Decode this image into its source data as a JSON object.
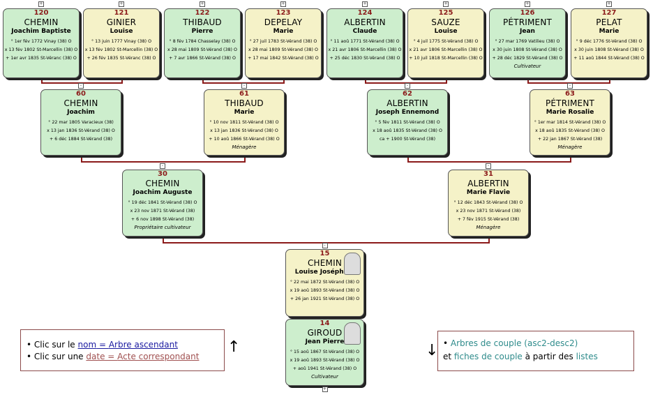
{
  "gen5": [
    {
      "num": "120",
      "surname": "CHEMIN",
      "given": "Joachim Baptiste",
      "sex": "m",
      "events": [
        "° 1er fév 1772 Vinay (38) O",
        "x 13 fév 1802 St-Marcellin (38) O",
        "+ 1er avr 1835 St-Véranc (38) O"
      ],
      "occupation": ""
    },
    {
      "num": "121",
      "surname": "GINIER",
      "given": "Louise",
      "sex": "f",
      "events": [
        "° 13 juin 1777 Vinay (38) O",
        "x 13 fév 1802 St-Marcellin (38) O",
        "+ 26 fév 1835 St-Véranc (38) O"
      ],
      "occupation": ""
    },
    {
      "num": "122",
      "surname": "THIBAUD",
      "given": "Pierre",
      "sex": "m",
      "events": [
        "° 8 fév 1784 Chasselay (38) O",
        "x 28 mai 1809 St-Vérand (38) O",
        "+ 7 avr 1866 St-Vérand (38) O"
      ],
      "occupation": ""
    },
    {
      "num": "123",
      "surname": "DEPELAY",
      "given": "Marie",
      "sex": "f",
      "events": [
        "° 27 juil 1783 St-Vérand (38) O",
        "x 28 mai 1809 St-Vérand (38) O",
        "+ 17 mai 1842 St-Vérand (38) O"
      ],
      "occupation": ""
    },
    {
      "num": "124",
      "surname": "ALBERTIN",
      "given": "Claude",
      "sex": "m",
      "events": [
        "° 11 aoû 1771 St-Vérand (38) O",
        "x 21 avr 1806 St-Marcellin (38) O",
        "+ 25 déc 1830 St-Vérand (38) O"
      ],
      "occupation": ""
    },
    {
      "num": "125",
      "surname": "SAUZE",
      "given": "Louise",
      "sex": "f",
      "events": [
        "° 4 juil 1775 St-Vérand (38) O",
        "x 21 avr 1806 St-Marcellin (38) O",
        "+ 10 juil 1818 St-Marcellin (38) O"
      ],
      "occupation": ""
    },
    {
      "num": "126",
      "surname": "PÉTRIMENT",
      "given": "Jean",
      "sex": "m",
      "events": [
        "° 27 mar 1769 Vatilieu (38) O",
        "x 30 juin 1808 St-Vérand (38) O",
        "+ 28 déc 1829 St-Vérand (38) O"
      ],
      "occupation": "Cultivateur"
    },
    {
      "num": "127",
      "surname": "PELAT",
      "given": "Marie",
      "sex": "f",
      "events": [
        "° 9 déc 1776 St-Vérand (38) O",
        "x 30 juin 1808 St-Vérand (38) O",
        "+ 11 aoû 1844 St-Vérand (38) O"
      ],
      "occupation": ""
    }
  ],
  "gen4": [
    {
      "num": "60",
      "surname": "CHEMIN",
      "given": "Joachim",
      "sex": "m",
      "events": [
        "° 22 mar 1805 Varacieux (38)",
        "x 13 jan 1836 St-Vérand (38) O",
        "+ 6 déc 1884 St-Vérand (38)"
      ],
      "occupation": ""
    },
    {
      "num": "61",
      "surname": "THIBAUD",
      "given": "Marie",
      "sex": "f",
      "events": [
        "° 10 nov 1811 St-Vérand (38) O",
        "x 13 jan 1836 St-Vérand (38) O",
        "+ 10 aoû 1866 St-Vérand (38) O"
      ],
      "occupation": "Ménagère"
    },
    {
      "num": "62",
      "surname": "ALBERTIN",
      "given": "Joseph Ennemond",
      "sex": "m",
      "events": [
        "° 5 fév 1811 St-Vérand (38) O",
        "x 18 aoû 1835 St-Vérand (38) O",
        "ca + 1900 St-Vérand (38)"
      ],
      "occupation": ""
    },
    {
      "num": "63",
      "surname": "PÉTRIMENT",
      "given": "Marie Rosalie",
      "sex": "f",
      "events": [
        "° 1er mar 1814 St-Vérand (38) O",
        "x 18 aoû 1835 St-Vérand (38) O",
        "+ 22 jan 1867 St-Vérand (38)"
      ],
      "occupation": "Ménagère"
    }
  ],
  "gen3": [
    {
      "num": "30",
      "surname": "CHEMIN",
      "given": "Joachim Auguste",
      "sex": "m",
      "events": [
        "° 19 déc 1841 St-Vérand (38) O",
        "x 23 nov 1871 St-Vérand (38)",
        "+ 6 nov 1898 St-Vérand (38)"
      ],
      "occupation": "Propriétaire cultivateur"
    },
    {
      "num": "31",
      "surname": "ALBERTIN",
      "given": "Marie Flavie",
      "sex": "f",
      "events": [
        "° 12 déc 1843 St-Vérand (38) O",
        "x 23 nov 1871 St-Vérand (38)",
        "+ 7 fév 1915 St-Vérand (38)"
      ],
      "occupation": "Ménagère"
    }
  ],
  "gen2": [
    {
      "num": "15",
      "surname": "CHEMIN",
      "given": "Louise Joséphine",
      "sex": "f",
      "events": [
        "° 22 mai 1872 St-Vérand (38) O",
        "x 19 aoû 1893 St-Vérand (38) O",
        "+ 26 jan 1921 St-Vérand (38) O"
      ],
      "occupation": ""
    },
    {
      "num": "14",
      "surname": "GIROUD",
      "given": "Jean Pierre",
      "sex": "m",
      "events": [
        "° 15 aoû 1867 St-Vérand (38) O",
        "x 19 aoû 1893 St-Vérand (38) O",
        "+ aoû 1941 St-Vérand (38) O"
      ],
      "occupation": "Cultivateur"
    }
  ],
  "legend_left": {
    "line1_pre": "Clic sur le ",
    "line1_link": "nom",
    "line1_eq": " = ",
    "line1_target": "Arbre ascendant",
    "line2_pre": "Clic sur une ",
    "line2_link": "date",
    "line2_eq": " = ",
    "line2_target": "Acte correspondant",
    "arrow": "↑"
  },
  "legend_right": {
    "line1_link": "Arbres de couple (asc2-desc2)",
    "line2_pre": "et ",
    "line2_link": "fiches de couple",
    "line2_mid": " à partir des ",
    "line2_link2": "listes",
    "arrow": "↓"
  },
  "toggle_minus": "-",
  "toggle_plus": "+"
}
